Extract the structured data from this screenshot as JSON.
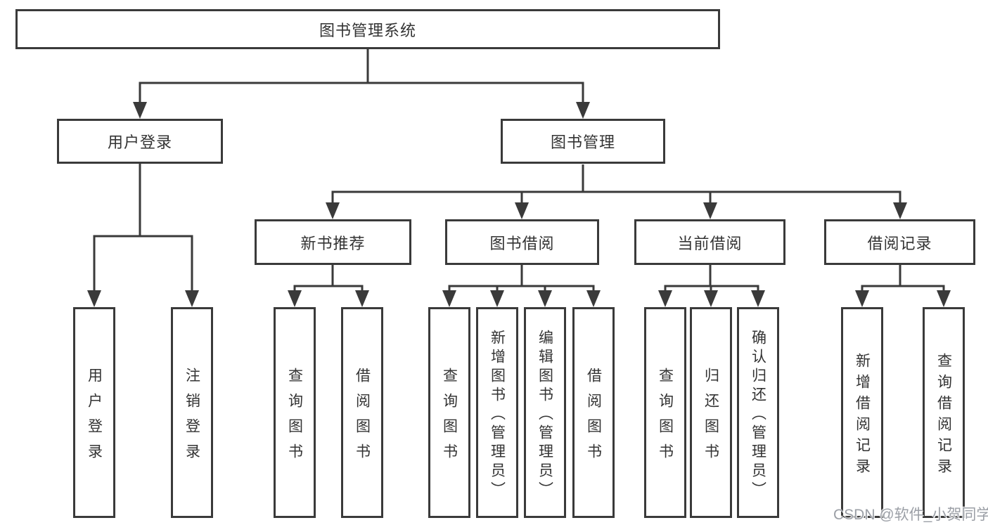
{
  "title": "图书管理系统",
  "nodes": {
    "root": {
      "label": "图书管理系统"
    },
    "user_login": {
      "label": "用户登录"
    },
    "book_mgmt": {
      "label": "图书管理"
    },
    "new_book": {
      "label": "新书推荐"
    },
    "book_borrow": {
      "label": "图书借阅"
    },
    "current_borrow": {
      "label": "当前借阅"
    },
    "borrow_record": {
      "label": "借阅记录"
    },
    "leaves": {
      "login": {
        "label": "用户登录"
      },
      "logout": {
        "label": "注销登录"
      },
      "nb_query": {
        "label": "查询图书"
      },
      "nb_borrow": {
        "label": "借阅图书"
      },
      "bb_query": {
        "label": "查询图书"
      },
      "bb_add": {
        "label": "新增图书（管理员）"
      },
      "bb_edit": {
        "label": "编辑图书（管理员）"
      },
      "bb_borrow": {
        "label": "借阅图书"
      },
      "cb_query": {
        "label": "查询图书"
      },
      "cb_return": {
        "label": "归还图书"
      },
      "cb_confirm": {
        "label": "确认归还（管理员）"
      },
      "br_add": {
        "label": "新增借阅记录"
      },
      "br_query": {
        "label": "查询借阅记录"
      }
    }
  },
  "watermark": {
    "text": "CSDN @软件_小贺同学"
  },
  "colors": {
    "line": "#3a3a3a",
    "text": "#333333",
    "background": "#ffffff",
    "watermark": "#9b9fa6"
  }
}
